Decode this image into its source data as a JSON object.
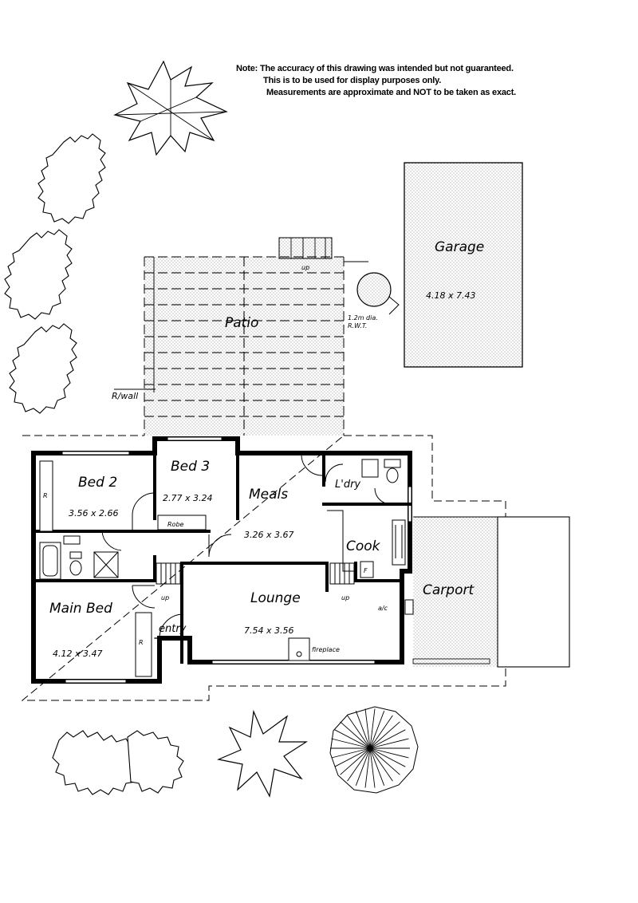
{
  "note": {
    "line1": "Note: The accuracy of this drawing was intended but not guaranteed.",
    "line2": "This is to be used for display purposes only.",
    "line3": "Measurements are approximate and NOT to be taken as exact."
  },
  "rooms": {
    "garage": {
      "name": "Garage",
      "dims": "4.18 x 7.43"
    },
    "patio": {
      "name": "Patio"
    },
    "tank": {
      "line1": "1.2m dia.",
      "line2": "R.W.T."
    },
    "rwall": "R/wall",
    "patio_up": "up",
    "bed2": {
      "name": "Bed 2",
      "dims": "3.56 x 2.66",
      "robe": "R"
    },
    "bed3": {
      "name": "Bed 3",
      "dims": "2.77 x 3.24",
      "robe": "Robe"
    },
    "meals": {
      "name": "Meals",
      "dims": "3.26 x 3.67"
    },
    "laundry": {
      "name": "L'dry"
    },
    "cook": {
      "name": "Cook",
      "fridge": "F"
    },
    "carport": {
      "name": "Carport"
    },
    "lounge": {
      "name": "Lounge",
      "dims": "7.54 x 3.56",
      "fireplace": "fireplace",
      "ac": "a/c",
      "up_left": "up",
      "up_right": "up"
    },
    "main_bed": {
      "name": "Main Bed",
      "dims": "4.12 x 3.47",
      "robe": "R"
    },
    "entry": {
      "name": "entry"
    }
  },
  "colors": {
    "ink": "#000000",
    "paper": "#ffffff",
    "stipple": "#7a7a7a"
  }
}
